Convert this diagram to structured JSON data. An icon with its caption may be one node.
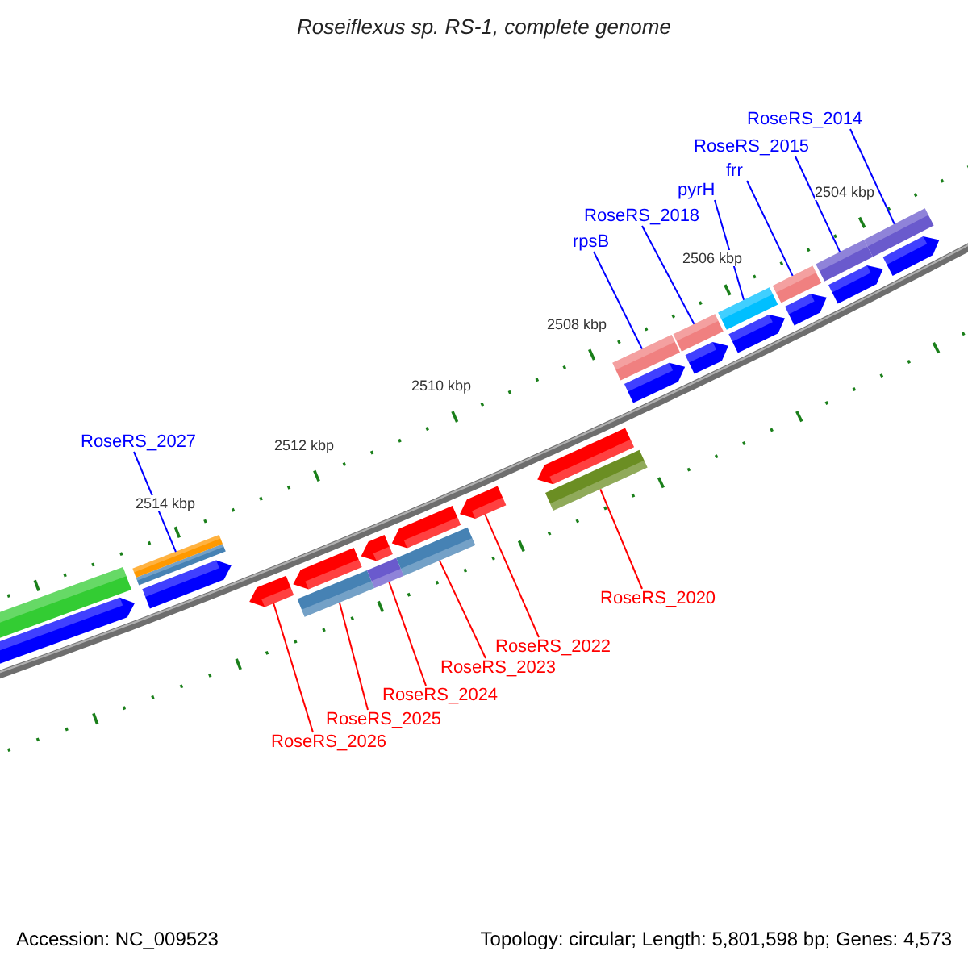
{
  "diagram": {
    "title": "Roseiflexus sp. RS-1, complete genome",
    "nodes": [
      {
        "text": [
          "RoseRS_2014"
        ]
      },
      {
        "text": [
          "RoseRS_2015"
        ]
      },
      {
        "text": [
          "frr"
        ]
      },
      {
        "text": [
          "pyrH"
        ]
      },
      {
        "text": [
          "RoseRS_2018"
        ]
      },
      {
        "text": [
          "rpsB"
        ]
      },
      {
        "text": [
          "RoseRS_2027"
        ]
      },
      {
        "text": [
          "RoseRS_2020"
        ]
      },
      {
        "text": [
          "RoseRS_2022"
        ]
      },
      {
        "text": [
          "RoseRS_2023"
        ]
      },
      {
        "text": [
          "RoseRS_2024"
        ]
      },
      {
        "text": [
          "RoseRS_2025"
        ]
      },
      {
        "text": [
          "RoseRS_2026"
        ]
      },
      {
        "text": [],
        "shape": "bar"
      },
      {
        "text": [],
        "shape": "bar"
      },
      {
        "text": [],
        "shape": "bar"
      },
      {
        "text": [],
        "shape": "bar"
      },
      {
        "text": [],
        "shape": "bar"
      },
      {
        "text": [],
        "shape": "bar"
      },
      {
        "text": [],
        "shape": "bar"
      },
      {
        "text": [],
        "shape": "bar"
      },
      {
        "text": [],
        "shape": "bar"
      },
      {
        "text": [],
        "shape": "bar"
      },
      {
        "text": [],
        "shape": "bar"
      },
      {
        "text": [],
        "shape": "bar"
      },
      {
        "text": [],
        "shape": "bar"
      }
    ],
    "edges": [
      {
        "from": 0,
        "to": 25,
        "arrow": "none"
      },
      {
        "from": 1,
        "to": 24,
        "arrow": "none"
      },
      {
        "from": 2,
        "to": 23,
        "arrow": "none"
      },
      {
        "from": 3,
        "to": 22,
        "arrow": "none"
      },
      {
        "from": 4,
        "to": 21,
        "arrow": "none"
      },
      {
        "from": 5,
        "to": 20,
        "arrow": "none"
      },
      {
        "from": 6,
        "to": 13,
        "arrow": "none"
      },
      {
        "from": 7,
        "to": 19,
        "arrow": "none",
        "color": "#ff0000"
      },
      {
        "from": 8,
        "to": 18,
        "arrow": "none",
        "color": "#ff0000"
      },
      {
        "from": 9,
        "to": 17,
        "arrow": "none",
        "color": "#ff0000"
      },
      {
        "from": 10,
        "to": 16,
        "arrow": "none",
        "color": "#ff0000"
      },
      {
        "from": 11,
        "to": 15,
        "arrow": "none",
        "color": "#ff0000"
      },
      {
        "from": 12,
        "to": 14,
        "arrow": "none",
        "color": "#ff0000"
      }
    ],
    "labels": [
      "2504 kbp",
      "2506 kbp",
      "2508 kbp",
      "2510 kbp",
      "2512 kbp",
      "2514 kbp",
      "Accession: NC_009523",
      "Topology: circular; Length: 5,801,598 bp; Genes: 4,573"
    ]
  }
}
